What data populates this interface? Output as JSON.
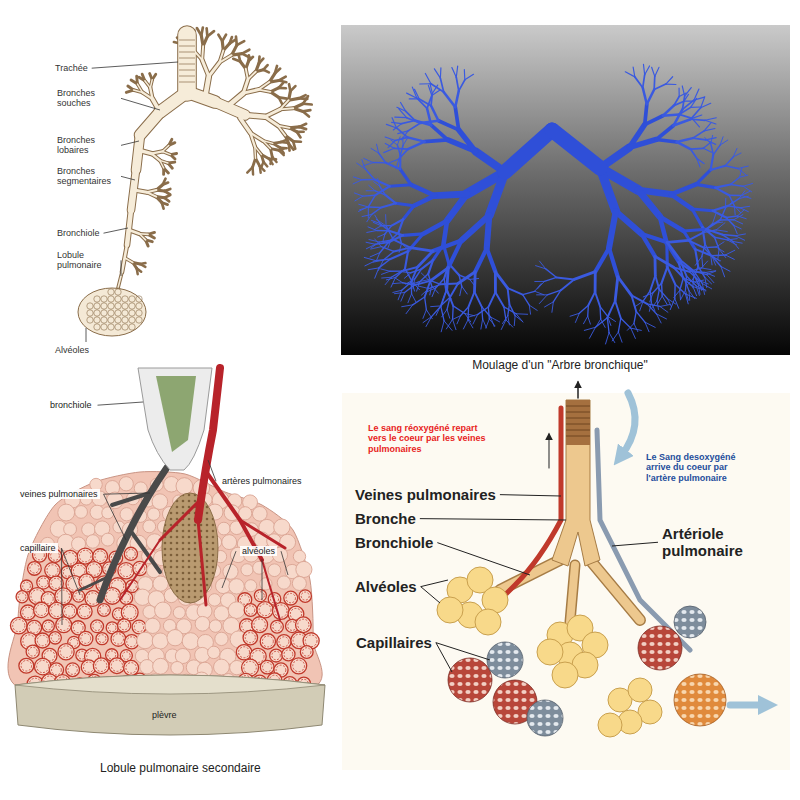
{
  "diagram": {
    "labels": [
      "Trachée",
      "Bronches souches",
      "Bronches lobaires",
      "Bronches segmentaires",
      "Bronchiole",
      "Lobule pulmonaire",
      "Alvéoles",
      "Moulage d'un \"Arbre bronchique\"",
      "bronchiole",
      "veines pulmonaires",
      "artères pulmonaires",
      "capillaire",
      "alvéoles",
      "plèvre",
      "Lobule pulmonaire secondaire",
      "Le sang réoxygéné repart vers le coeur par les veines pulmonaires",
      "Le Sang desoxygéné arrive du coeur par l'artère pulmonaire",
      "Veines pulmonaires",
      "Bronche",
      "Bronchiole",
      "Alvéoles",
      "Capillaires",
      "Artériole pulmonaire"
    ]
  }
}
